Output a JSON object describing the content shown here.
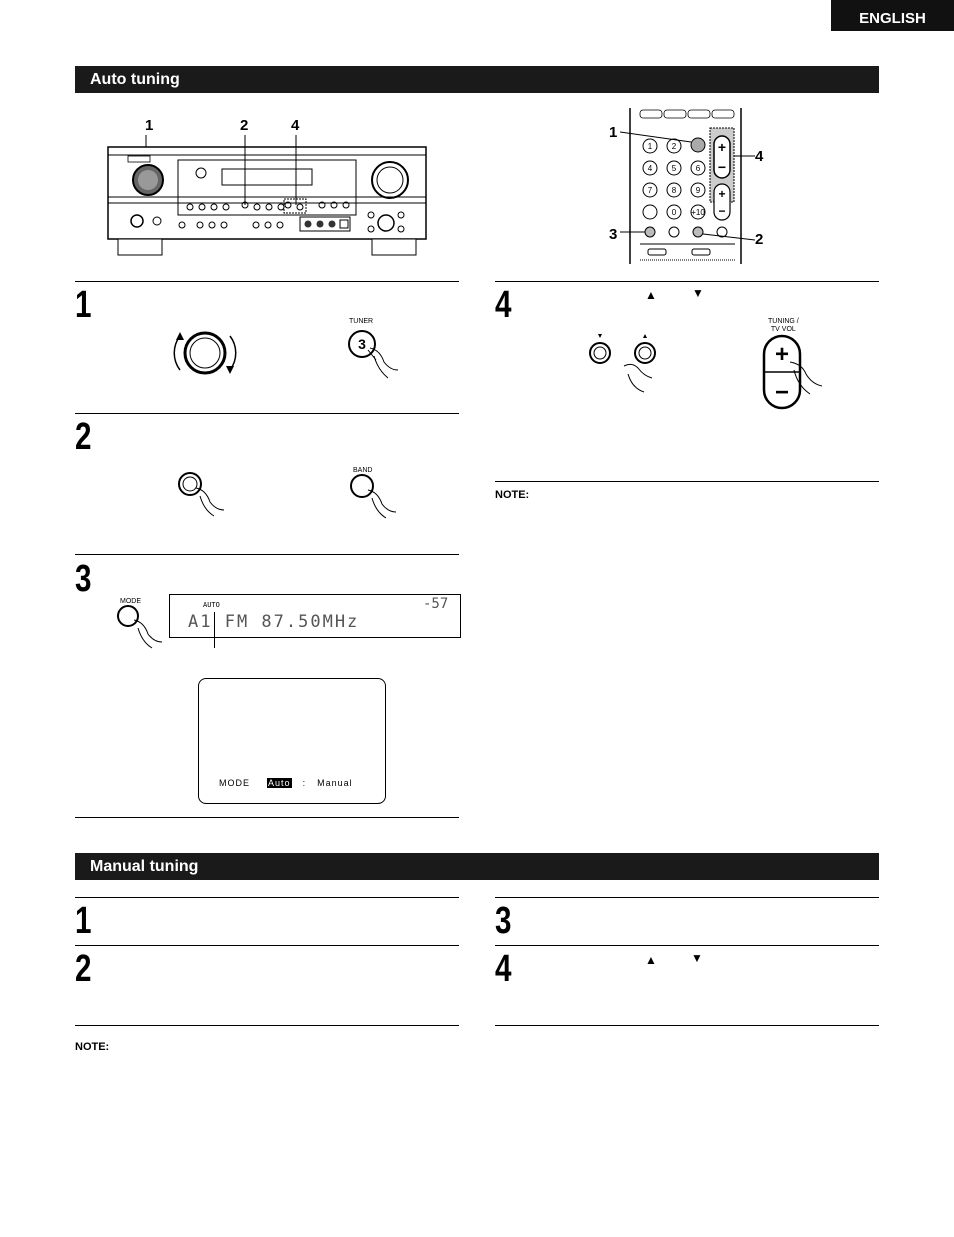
{
  "header": {
    "language_tab": "ENGLISH"
  },
  "auto_tuning": {
    "title": "Auto tuning",
    "front_panel_callouts": [
      "1",
      "2",
      "4"
    ],
    "remote_callouts": {
      "left_top": "1",
      "left_bottom": "3",
      "right_top": "4",
      "right_bottom": "2"
    },
    "steps": [
      {
        "number": "1",
        "button_label": "TUNER",
        "button_key": "3"
      },
      {
        "number": "2",
        "button_label": "BAND"
      },
      {
        "number": "3",
        "button_label": "MODE",
        "lcd": {
          "indicator": "AUTO",
          "text": "A1 FM 87.50MHz",
          "level": "-57"
        },
        "osd": {
          "mode_label": "MODE",
          "auto": "Auto",
          "separator": ":",
          "manual": "Manual"
        }
      },
      {
        "number": "4",
        "up_symbol": "▲",
        "down_symbol": "▼",
        "tuning_label_1": "TUNING /",
        "tuning_label_2": "TV VOL"
      }
    ],
    "note_label": "NOTE:"
  },
  "manual_tuning": {
    "title": "Manual tuning",
    "steps": [
      {
        "number": "1"
      },
      {
        "number": "2"
      },
      {
        "number": "3"
      },
      {
        "number": "4",
        "up_symbol": "▲",
        "down_symbol": "▼"
      }
    ],
    "note_label": "NOTE:"
  }
}
